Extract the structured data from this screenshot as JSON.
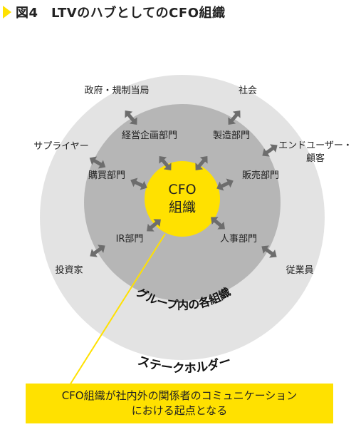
{
  "header": {
    "title": "図4　LTVのハブとしてのCFO組織"
  },
  "diagram": {
    "center": {
      "line1": "CFO",
      "line2": "組織"
    },
    "inner_ring_label": "グループ内の各組織",
    "outer_ring_label": "ステークホルダー",
    "departments": {
      "keiei": "経営企画部門",
      "seizo": "製造部門",
      "konyu": "購買部門",
      "hanbai": "販売部門",
      "ir": "IR部門",
      "jinji": "人事部門"
    },
    "stakeholders": {
      "government": "政府・規制当局",
      "society": "社会",
      "suppliers": "サプライヤー",
      "end_users_line1": "エンドユーザー・",
      "end_users_line2": "顧客",
      "investors": "投資家",
      "employees": "従業員"
    }
  },
  "caption": {
    "line1": "CFO組織が社内外の関係者のコミュニケーション",
    "line2": "における起点となる"
  },
  "colors": {
    "accent_yellow": "#ffe100",
    "outer_ring": "#e3e3e3",
    "inner_ring": "#b6b6b6",
    "arrow": "#6d6d6d",
    "text": "#222222"
  }
}
